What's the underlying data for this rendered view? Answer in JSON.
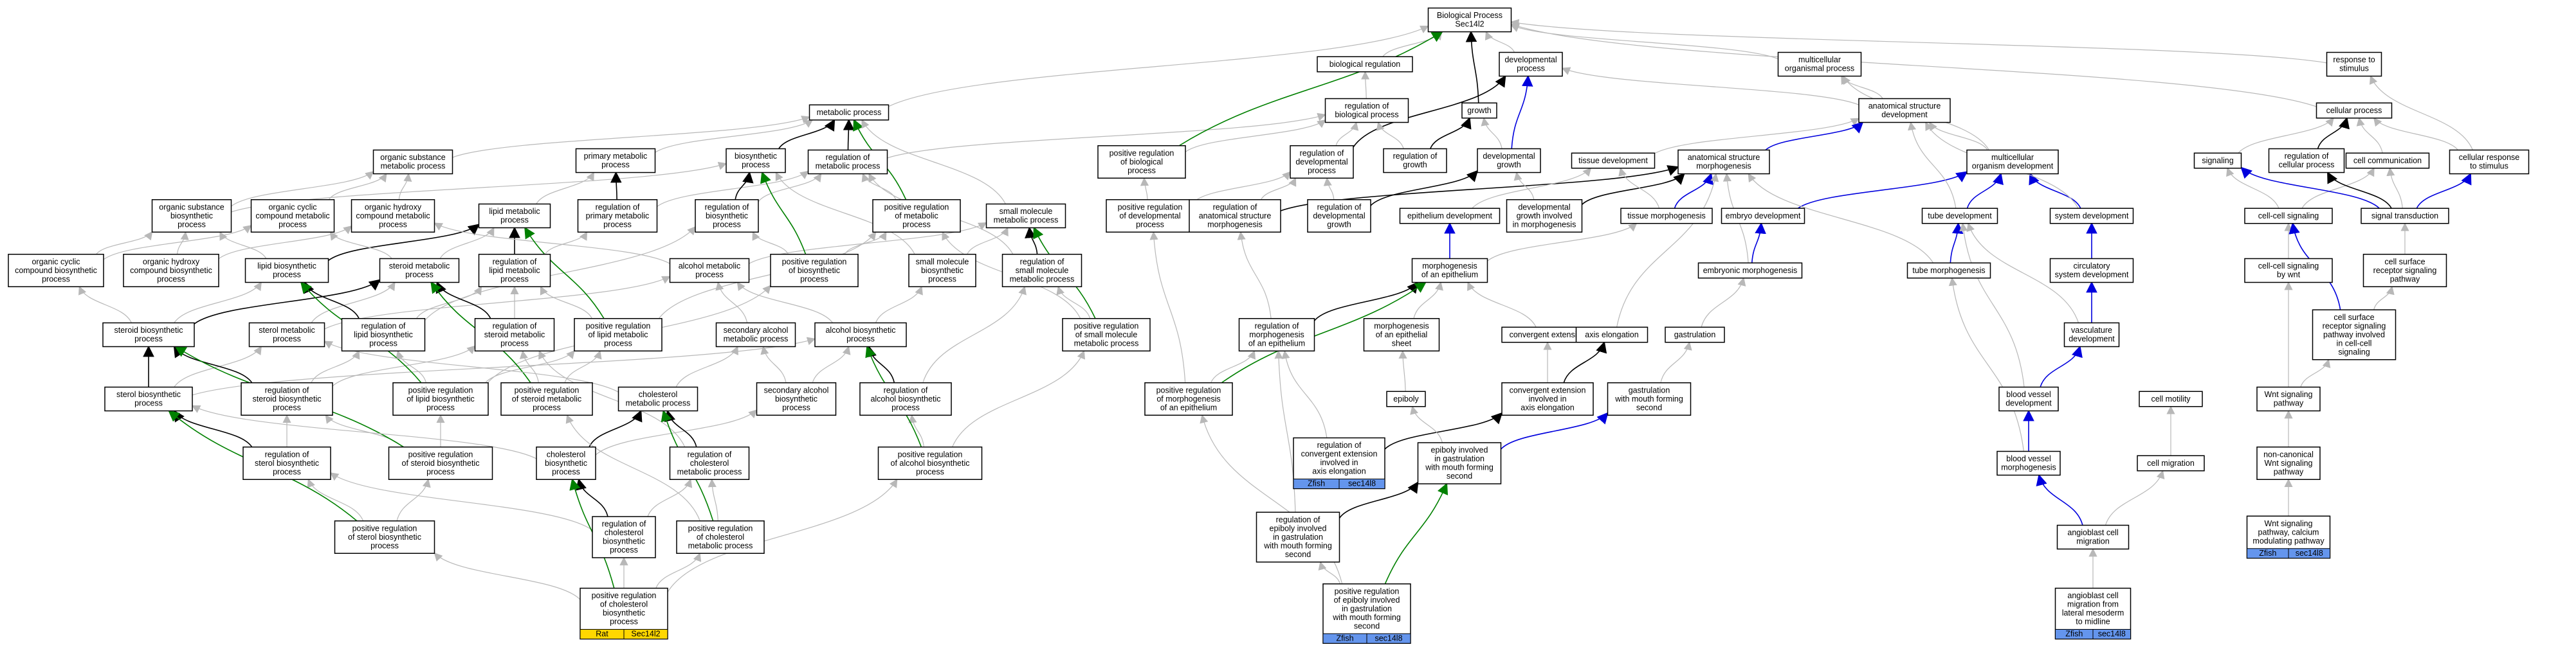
{
  "colors": {
    "edge_is_a": "#b8b8b8",
    "edge_part_of": "#000000",
    "edge_regulates": "#008000",
    "edge_pos_regulates": "#0000dd",
    "tag_zfish": "#6495ed",
    "tag_rat": "#ffd700"
  },
  "nodes": [
    {
      "id": "root",
      "lines": [
        "Biological Process",
        "Sec14l2"
      ]
    },
    {
      "id": "bioreg",
      "lines": [
        "biological regulation"
      ]
    },
    {
      "id": "devproc",
      "lines": [
        "developmental",
        "process"
      ]
    },
    {
      "id": "multiorg",
      "lines": [
        "multicellular",
        "organismal process"
      ]
    },
    {
      "id": "resp",
      "lines": [
        "response to",
        "stimulus"
      ]
    },
    {
      "id": "metab",
      "lines": [
        "metabolic process"
      ]
    },
    {
      "id": "regbio",
      "lines": [
        "regulation of",
        "biological process"
      ]
    },
    {
      "id": "growth",
      "lines": [
        "growth"
      ]
    },
    {
      "id": "anatdev",
      "lines": [
        "anatomical structure",
        "development"
      ]
    },
    {
      "id": "cellproc",
      "lines": [
        "cellular process"
      ]
    },
    {
      "id": "orgsub",
      "lines": [
        "organic substance",
        "metabolic process"
      ]
    },
    {
      "id": "primmet",
      "lines": [
        "primary metabolic",
        "process"
      ]
    },
    {
      "id": "biosyn",
      "lines": [
        "biosynthetic",
        "process"
      ]
    },
    {
      "id": "regmet",
      "lines": [
        "regulation of",
        "metabolic process"
      ]
    },
    {
      "id": "posregbio",
      "lines": [
        "positive regulation",
        "of biological",
        "process"
      ]
    },
    {
      "id": "regdevproc",
      "lines": [
        "regulation of",
        "developmental",
        "process"
      ]
    },
    {
      "id": "reggrowth",
      "lines": [
        "regulation of",
        "growth"
      ]
    },
    {
      "id": "devgrowth",
      "lines": [
        "developmental",
        "growth"
      ]
    },
    {
      "id": "tissuedev",
      "lines": [
        "tissue development"
      ]
    },
    {
      "id": "anatmorph",
      "lines": [
        "anatomical structure",
        "morphogenesis"
      ]
    },
    {
      "id": "multicelldev",
      "lines": [
        "multicellular",
        "organism development"
      ]
    },
    {
      "id": "signaling",
      "lines": [
        "signaling"
      ]
    },
    {
      "id": "regcell",
      "lines": [
        "regulation of",
        "cellular process"
      ]
    },
    {
      "id": "cellcomm",
      "lines": [
        "cell communication"
      ]
    },
    {
      "id": "cellresp",
      "lines": [
        "cellular response",
        "to stimulus"
      ]
    },
    {
      "id": "orgsubbio",
      "lines": [
        "organic substance",
        "biosynthetic",
        "process"
      ]
    },
    {
      "id": "orgcyc",
      "lines": [
        "organic cyclic",
        "compound metabolic",
        "process"
      ]
    },
    {
      "id": "orghyd",
      "lines": [
        "organic hydroxy",
        "compound metabolic",
        "process"
      ]
    },
    {
      "id": "lipmet",
      "lines": [
        "lipid metabolic",
        "process"
      ]
    },
    {
      "id": "regprim",
      "lines": [
        "regulation of",
        "primary metabolic",
        "process"
      ]
    },
    {
      "id": "regbiosyn",
      "lines": [
        "regulation of",
        "biosynthetic",
        "process"
      ]
    },
    {
      "id": "posregmet",
      "lines": [
        "positive regulation",
        "of metabolic",
        "process"
      ]
    },
    {
      "id": "smallmol",
      "lines": [
        "small molecule",
        "metabolic process"
      ]
    },
    {
      "id": "posregdevproc",
      "lines": [
        "positive regulation",
        "of developmental",
        "process"
      ]
    },
    {
      "id": "reganatmorph",
      "lines": [
        "regulation of",
        "anatomical structure",
        "morphogenesis"
      ]
    },
    {
      "id": "regdevgrowth",
      "lines": [
        "regulation of",
        "developmental",
        "growth"
      ]
    },
    {
      "id": "devgrowthmorph",
      "lines": [
        "developmental",
        "growth involved",
        "in morphogenesis"
      ]
    },
    {
      "id": "tissuemorph",
      "lines": [
        "tissue morphogenesis"
      ]
    },
    {
      "id": "embryodev",
      "lines": [
        "embryo development"
      ]
    },
    {
      "id": "tubedev",
      "lines": [
        "tube development"
      ]
    },
    {
      "id": "sysdev",
      "lines": [
        "system development"
      ]
    },
    {
      "id": "cellcellsig",
      "lines": [
        "cell-cell signaling"
      ]
    },
    {
      "id": "sigtrans",
      "lines": [
        "signal transduction"
      ]
    },
    {
      "id": "orgcycbio",
      "lines": [
        "organic cyclic",
        "compound biosynthetic",
        "process"
      ]
    },
    {
      "id": "orghydbio",
      "lines": [
        "organic hydroxy",
        "compound biosynthetic",
        "process"
      ]
    },
    {
      "id": "lipbio",
      "lines": [
        "lipid biosynthetic",
        "process"
      ]
    },
    {
      "id": "sterolmet",
      "lines": [
        "steroid metabolic",
        "process"
      ]
    },
    {
      "id": "reglipmet",
      "lines": [
        "regulation of",
        "lipid metabolic",
        "process"
      ]
    },
    {
      "id": "alcmet",
      "lines": [
        "alcohol metabolic",
        "process"
      ]
    },
    {
      "id": "posregbiosyn",
      "lines": [
        "positive regulation",
        "of biosynthetic",
        "process"
      ]
    },
    {
      "id": "smallmolbio",
      "lines": [
        "small molecule",
        "biosynthetic",
        "process"
      ]
    },
    {
      "id": "regsmallmol",
      "lines": [
        "regulation of",
        "small molecule",
        "metabolic process"
      ]
    },
    {
      "id": "epidev",
      "lines": [
        "epithelium development"
      ]
    },
    {
      "id": "embmorph",
      "lines": [
        "embryonic morphogenesis"
      ]
    },
    {
      "id": "tubemorph",
      "lines": [
        "tube morphogenesis"
      ]
    },
    {
      "id": "circsys",
      "lines": [
        "circulatory",
        "system development"
      ]
    },
    {
      "id": "cellcellwnt",
      "lines": [
        "cell-cell signaling",
        "by wnt"
      ]
    },
    {
      "id": "cellsurf",
      "lines": [
        "cell surface",
        "receptor signaling",
        "pathway"
      ]
    },
    {
      "id": "morphepi",
      "lines": [
        "morphogenesis",
        "of an epithelium"
      ]
    },
    {
      "id": "steroidbio",
      "lines": [
        "steroid biosynthetic",
        "process"
      ]
    },
    {
      "id": "sterolmet2",
      "lines": [
        "sterol metabolic",
        "process"
      ]
    },
    {
      "id": "reglipbio",
      "lines": [
        "regulation of",
        "lipid biosynthetic",
        "process"
      ]
    },
    {
      "id": "regsteroidmet",
      "lines": [
        "regulation of",
        "steroid metabolic",
        "process"
      ]
    },
    {
      "id": "posreglipmet",
      "lines": [
        "positive regulation",
        "of lipid metabolic",
        "process"
      ]
    },
    {
      "id": "secalc",
      "lines": [
        "secondary alcohol",
        "metabolic process"
      ]
    },
    {
      "id": "alcbio",
      "lines": [
        "alcohol biosynthetic",
        "process"
      ]
    },
    {
      "id": "posregsmallmol",
      "lines": [
        "positive regulation",
        "of small molecule",
        "metabolic process"
      ]
    },
    {
      "id": "regmorphepi",
      "lines": [
        "regulation of",
        "morphogenesis",
        "of an epithelium"
      ]
    },
    {
      "id": "morphepisheet",
      "lines": [
        "morphogenesis",
        "of an epithelial",
        "sheet"
      ]
    },
    {
      "id": "convext",
      "lines": [
        "convergent extension"
      ]
    },
    {
      "id": "axiselong",
      "lines": [
        "axis elongation"
      ]
    },
    {
      "id": "gastrulation",
      "lines": [
        "gastrulation"
      ]
    },
    {
      "id": "vascdev",
      "lines": [
        "vasculature",
        "development"
      ]
    },
    {
      "id": "cellsurfwnt",
      "lines": [
        "cell surface",
        "receptor signaling",
        "pathway involved",
        "in cell-cell",
        "signaling"
      ]
    },
    {
      "id": "sterolbio",
      "lines": [
        "sterol biosynthetic",
        "process"
      ]
    },
    {
      "id": "regsteroidbio",
      "lines": [
        "regulation of",
        "steroid biosynthetic",
        "process"
      ]
    },
    {
      "id": "posreglipbio",
      "lines": [
        "positive regulation",
        "of lipid biosynthetic",
        "process"
      ]
    },
    {
      "id": "posregsteroidmet",
      "lines": [
        "positive regulation",
        "of steroid metabolic",
        "process"
      ]
    },
    {
      "id": "cholmet",
      "lines": [
        "cholesterol",
        "metabolic process"
      ]
    },
    {
      "id": "secalcbio",
      "lines": [
        "secondary alcohol",
        "biosynthetic",
        "process"
      ]
    },
    {
      "id": "regalcbio",
      "lines": [
        "regulation of",
        "alcohol biosynthetic",
        "process"
      ]
    },
    {
      "id": "posregmorphepi",
      "lines": [
        "positive regulation",
        "of morphogenesis",
        "of an epithelium"
      ]
    },
    {
      "id": "epiboly",
      "lines": [
        "epiboly"
      ]
    },
    {
      "id": "convextaxis",
      "lines": [
        "convergent extension",
        "involved in",
        "axis elongation"
      ]
    },
    {
      "id": "gastrumouth",
      "lines": [
        "gastrulation",
        "with mouth forming",
        "second"
      ]
    },
    {
      "id": "bvdev",
      "lines": [
        "blood vessel",
        "development"
      ]
    },
    {
      "id": "cellmot",
      "lines": [
        "cell motility"
      ]
    },
    {
      "id": "wntpath",
      "lines": [
        "Wnt signaling",
        "pathway"
      ]
    },
    {
      "id": "regsterolbio",
      "lines": [
        "regulation of",
        "sterol biosynthetic",
        "process"
      ]
    },
    {
      "id": "posregsteroidbio",
      "lines": [
        "positive regulation",
        "of steroid biosynthetic",
        "process"
      ]
    },
    {
      "id": "cholbio",
      "lines": [
        "cholesterol",
        "biosynthetic",
        "process"
      ]
    },
    {
      "id": "regcholmet",
      "lines": [
        "regulation of",
        "cholesterol",
        "metabolic process"
      ]
    },
    {
      "id": "posregalcbio",
      "lines": [
        "positive regulation",
        "of alcohol biosynthetic",
        "process"
      ]
    },
    {
      "id": "regconvext",
      "lines": [
        "regulation of",
        "convergent extension",
        "involved in",
        "axis elongation"
      ],
      "tags": [
        "Zfish",
        "sec14l8"
      ]
    },
    {
      "id": "epibolygastru",
      "lines": [
        "epiboly involved",
        "in gastrulation",
        "with mouth forming",
        "second"
      ]
    },
    {
      "id": "bvmorph",
      "lines": [
        "blood vessel",
        "morphogenesis"
      ]
    },
    {
      "id": "cellmig",
      "lines": [
        "cell migration"
      ]
    },
    {
      "id": "noncanwnt",
      "lines": [
        "non-canonical",
        "Wnt signaling",
        "pathway"
      ]
    },
    {
      "id": "posregsterolbio",
      "lines": [
        "positive regulation",
        "of sterol biosynthetic",
        "process"
      ]
    },
    {
      "id": "regcholbio",
      "lines": [
        "regulation of",
        "cholesterol",
        "biosynthetic",
        "process"
      ]
    },
    {
      "id": "posregcholmet",
      "lines": [
        "positive regulation",
        "of cholesterol",
        "metabolic process"
      ]
    },
    {
      "id": "regepiboly",
      "lines": [
        "regulation of",
        "epiboly involved",
        "in gastrulation",
        "with mouth forming",
        "second"
      ]
    },
    {
      "id": "angiomig",
      "lines": [
        "angioblast cell",
        "migration"
      ]
    },
    {
      "id": "wntcalc",
      "lines": [
        "Wnt signaling",
        "pathway, calcium",
        "modulating pathway"
      ],
      "tags": [
        "Zfish",
        "sec14l8"
      ]
    },
    {
      "id": "posregcholbio",
      "lines": [
        "positive regulation",
        "of cholesterol",
        "biosynthetic",
        "process"
      ],
      "tags": [
        "Rat",
        "Sec14l2"
      ]
    },
    {
      "id": "posregepiboly",
      "lines": [
        "positive regulation",
        "of epiboly involved",
        "in gastrulation",
        "with mouth forming",
        "second"
      ],
      "tags": [
        "Zfish",
        "sec14l8"
      ]
    },
    {
      "id": "angiomiglat",
      "lines": [
        "angioblast cell",
        "migration from",
        "lateral mesoderm",
        "to midline"
      ],
      "tags": [
        "Zfish",
        "sec14l8"
      ]
    }
  ]
}
